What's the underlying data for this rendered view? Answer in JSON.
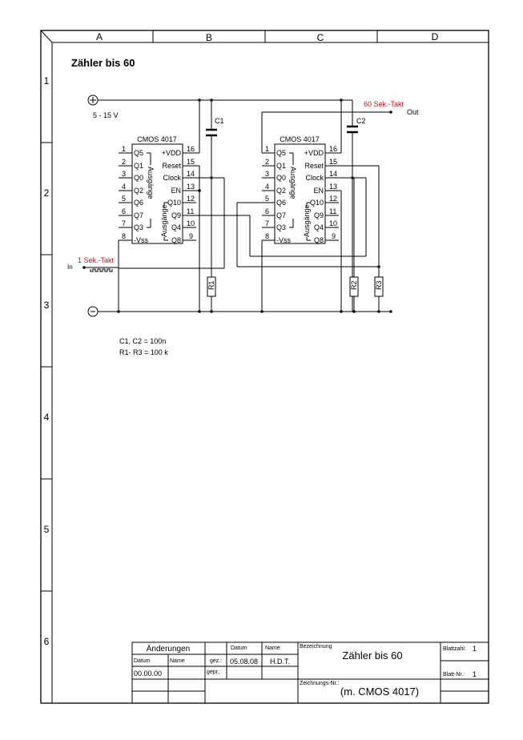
{
  "frame": {
    "columns": [
      "A",
      "B",
      "C",
      "D"
    ],
    "rows": [
      "1",
      "2",
      "3",
      "4",
      "5",
      "6"
    ]
  },
  "drawing_title": "Zähler bis 60",
  "supply": {
    "voltage_label": "5 - 15 V",
    "plus_symbol": "+",
    "minus_symbol": "−"
  },
  "signals": {
    "in_label": "In",
    "in_clock_label": "1 Sek.-Takt",
    "out_label": "Out",
    "out_clock_label": "60 Sek.-Takt"
  },
  "components": {
    "c1": "C1",
    "c2": "C2",
    "r1": "R1",
    "r2": "R2",
    "r3": "R3"
  },
  "ic": {
    "name": "CMOS 4017",
    "outputs_label": "Ausgänge",
    "left_pins": [
      {
        "num": "1",
        "label": "Q5"
      },
      {
        "num": "2",
        "label": "Q1"
      },
      {
        "num": "3",
        "label": "Q0"
      },
      {
        "num": "4",
        "label": "Q2"
      },
      {
        "num": "5",
        "label": "Q6"
      },
      {
        "num": "6",
        "label": "Q7"
      },
      {
        "num": "7",
        "label": "Q3"
      },
      {
        "num": "8",
        "label": "-Vss"
      }
    ],
    "right_pins": [
      {
        "num": "16",
        "label": "+VDD"
      },
      {
        "num": "15",
        "label": "Reset"
      },
      {
        "num": "14",
        "label": "Clock"
      },
      {
        "num": "13",
        "label": "EN"
      },
      {
        "num": "12",
        "label": "Q10"
      },
      {
        "num": "11",
        "label": "Q9"
      },
      {
        "num": "10",
        "label": "Q4"
      },
      {
        "num": "9",
        "label": "Q8"
      }
    ]
  },
  "notes": {
    "caps": "C1, C2 = 100n",
    "resistors": "R1- R3 = 100 k"
  },
  "title_block": {
    "changes_header": "Änderungen",
    "date_header": "Datum",
    "name_header": "Name",
    "changes_date_header": "Datum",
    "changes_name_header": "Name",
    "changes_date_value": "00.00.00",
    "drawn_label": "gez.:",
    "drawn_date": "05.08.08",
    "drawn_name": "H.D.T.",
    "checked_label": "gepr.:",
    "designation_label": "Bezeichnung",
    "designation_value": "Zähler bis 60",
    "drawing_no_label": "Zeichnungs-Nr.:",
    "drawing_no_value": "(m. CMOS 4017)",
    "sheet_count_label": "Blattzahl:",
    "sheet_count_value": "1",
    "sheet_no_label": "Blatt-Nr.:",
    "sheet_no_value": "1"
  }
}
